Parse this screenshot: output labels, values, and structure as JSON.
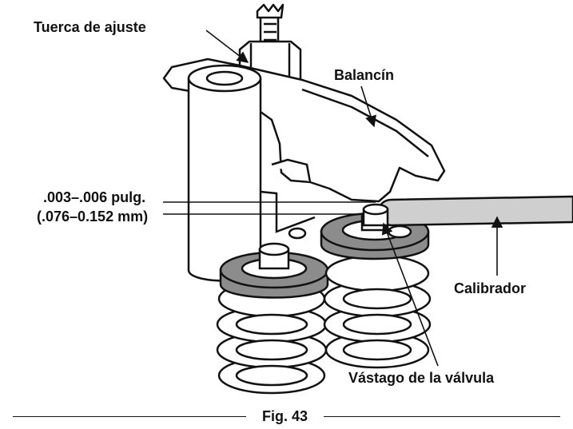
{
  "labels": {
    "adjust_nut": "Tuerca de ajuste",
    "rocker_arm": "Balancín",
    "clearance_in": ".003–.006 pulg.",
    "clearance_mm": "(.076–0.152 mm)",
    "gauge": "Calibrador",
    "valve_stem": "Vástago de la válvula"
  },
  "caption": "Fig. 43",
  "colors": {
    "ink": "#111111",
    "retainer_gray": "#8c8c8c",
    "gauge_gray": "#cfcfcf",
    "paper": "#ffffff"
  }
}
